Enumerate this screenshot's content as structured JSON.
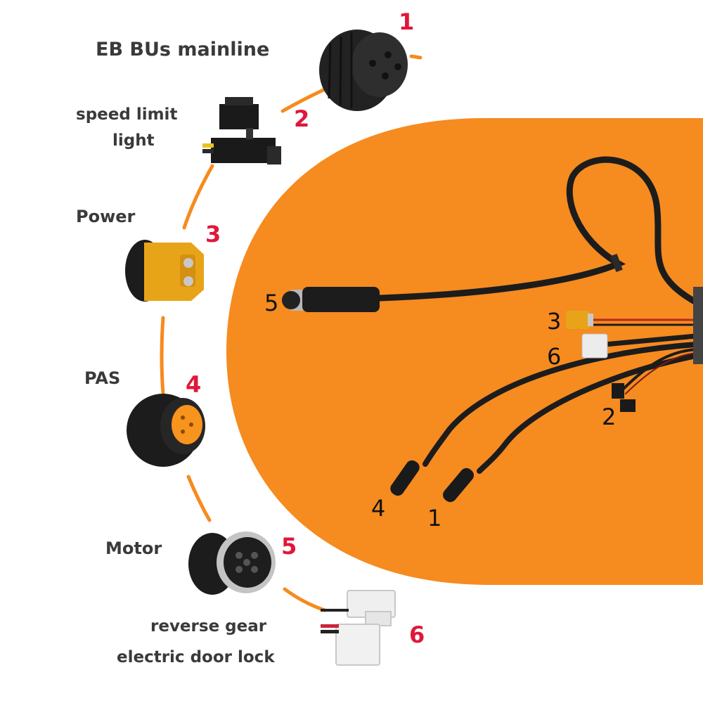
{
  "colors": {
    "accent_orange": "#f68b1f",
    "number_red": "#e0173a",
    "label_gray": "#3a3a3a",
    "number_black": "#111111",
    "cable_black": "#1c1c1c",
    "xt60_yellow": "#e8a419"
  },
  "connectors": [
    {
      "number": "1",
      "label_lines": [
        "EB BUs mainline"
      ],
      "icon": "round-waterproof-connector-icon"
    },
    {
      "number": "2",
      "label_lines": [
        "speed limit",
        "light"
      ],
      "icon": "two-pin-black-plug-icon"
    },
    {
      "number": "3",
      "label_lines": [
        "Power"
      ],
      "icon": "xt60-power-plug-icon"
    },
    {
      "number": "4",
      "label_lines": [
        "PAS"
      ],
      "icon": "round-orange-socket-icon"
    },
    {
      "number": "5",
      "label_lines": [
        "Motor"
      ],
      "icon": "knurled-motor-connector-icon"
    },
    {
      "number": "6",
      "label_lines": [
        "reverse gear",
        "electric door lock"
      ],
      "icon": "white-two-pin-plug-icon"
    }
  ],
  "harness_tags": [
    "1",
    "2",
    "3",
    "4",
    "5",
    "6"
  ]
}
